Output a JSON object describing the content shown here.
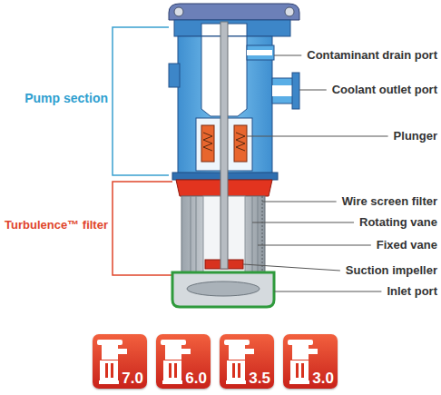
{
  "diagram": {
    "nodes": [
      {
        "text": [
          "7.0"
        ]
      },
      {
        "text": [
          "6.0"
        ]
      },
      {
        "text": [
          "3.5"
        ]
      },
      {
        "text": [
          "3.0"
        ]
      }
    ],
    "labels": [
      "Pump section",
      "Contaminant drain port",
      "Coolant outlet port",
      "Plunger",
      "Turbulence™ filter",
      "Wire screen filter",
      "Rotating vane",
      "Fixed vane",
      "Suction impeller",
      "Inlet port"
    ]
  }
}
